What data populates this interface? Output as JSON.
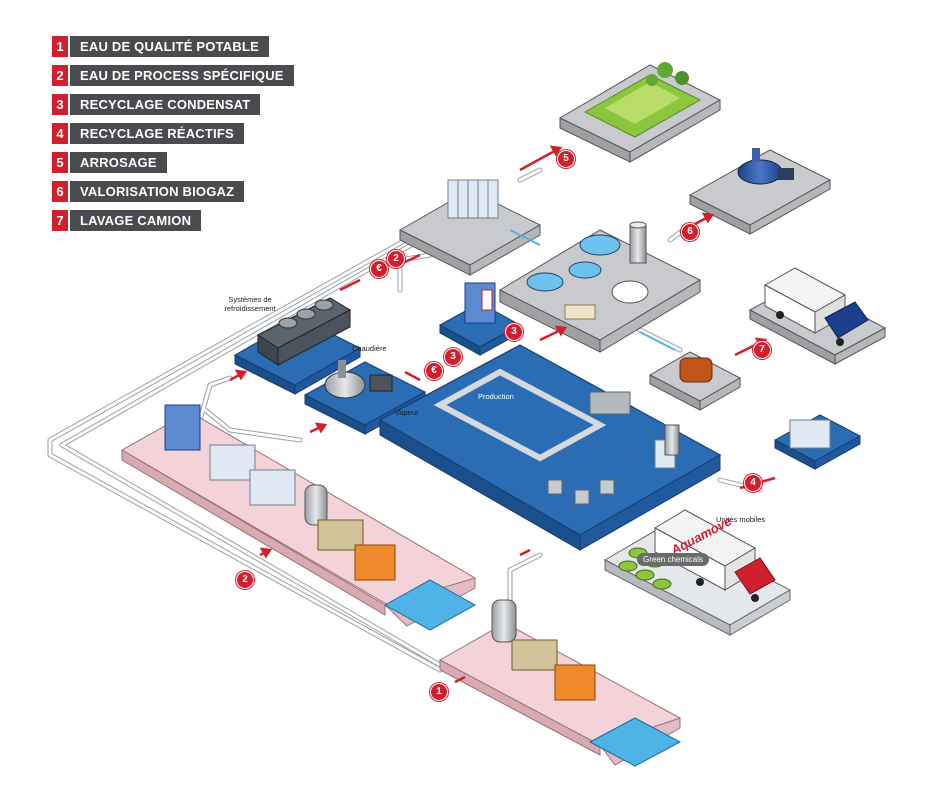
{
  "legend": {
    "items": [
      {
        "num": "1",
        "label": "EAU DE QUALITÉ POTABLE"
      },
      {
        "num": "2",
        "label": "EAU DE PROCESS SPÉCIFIQUE"
      },
      {
        "num": "3",
        "label": "RECYCLAGE CONDENSAT"
      },
      {
        "num": "4",
        "label": "RECYCLAGE RÉACTIFS"
      },
      {
        "num": "5",
        "label": "ARROSAGE"
      },
      {
        "num": "6",
        "label": "VALORISATION BIOGAZ"
      },
      {
        "num": "7",
        "label": "LAVAGE CAMION"
      }
    ]
  },
  "labels": {
    "cooling_line1": "Systèmes de",
    "cooling_line2": "refroidissement",
    "boiler": "Chaudière",
    "steam": "Vapeur",
    "production": "Production",
    "mobile_units": "Unités mobiles",
    "truck_brand": "Aquamove",
    "green_chemicals": "Green chemicals"
  },
  "markers": {
    "m1_bottom": "1",
    "m2_left": "2",
    "m2_top": "2",
    "m3_top": "3",
    "m3_mid": "3",
    "m4": "4",
    "m5": "5",
    "m6": "6",
    "m7": "7",
    "euro": "€"
  },
  "colors": {
    "accent_red": "#d11f2d",
    "legend_bg": "#4a4a4f",
    "platform_grey": "#c9cacd",
    "platform_blue": "#2a6db5",
    "platform_pink": "#f4d3d8",
    "water": "#4fb3e8",
    "grass": "#8cc63f"
  }
}
